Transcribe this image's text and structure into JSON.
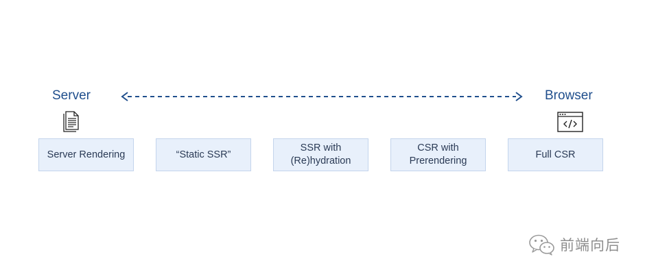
{
  "diagram": {
    "left_end": {
      "label": "Server",
      "icon": "document-icon"
    },
    "right_end": {
      "label": "Browser",
      "icon": "code-window-icon"
    },
    "spectrum": [
      {
        "line1": "Server Rendering",
        "line2": ""
      },
      {
        "line1": "“Static SSR”",
        "line2": ""
      },
      {
        "line1": "SSR with",
        "line2": "(Re)hydration"
      },
      {
        "line1": "CSR with",
        "line2": "Prerendering"
      },
      {
        "line1": "Full CSR",
        "line2": ""
      }
    ]
  },
  "watermark": {
    "icon": "wechat-logo-icon",
    "text": "前端向后"
  },
  "colors": {
    "label": "#1f4e8c",
    "arrow": "#1f4e8c",
    "box_fill": "#e8f0fb",
    "box_border": "#c3d4ec",
    "box_text": "#2a3a55",
    "watermark": "#8e8e8e"
  }
}
